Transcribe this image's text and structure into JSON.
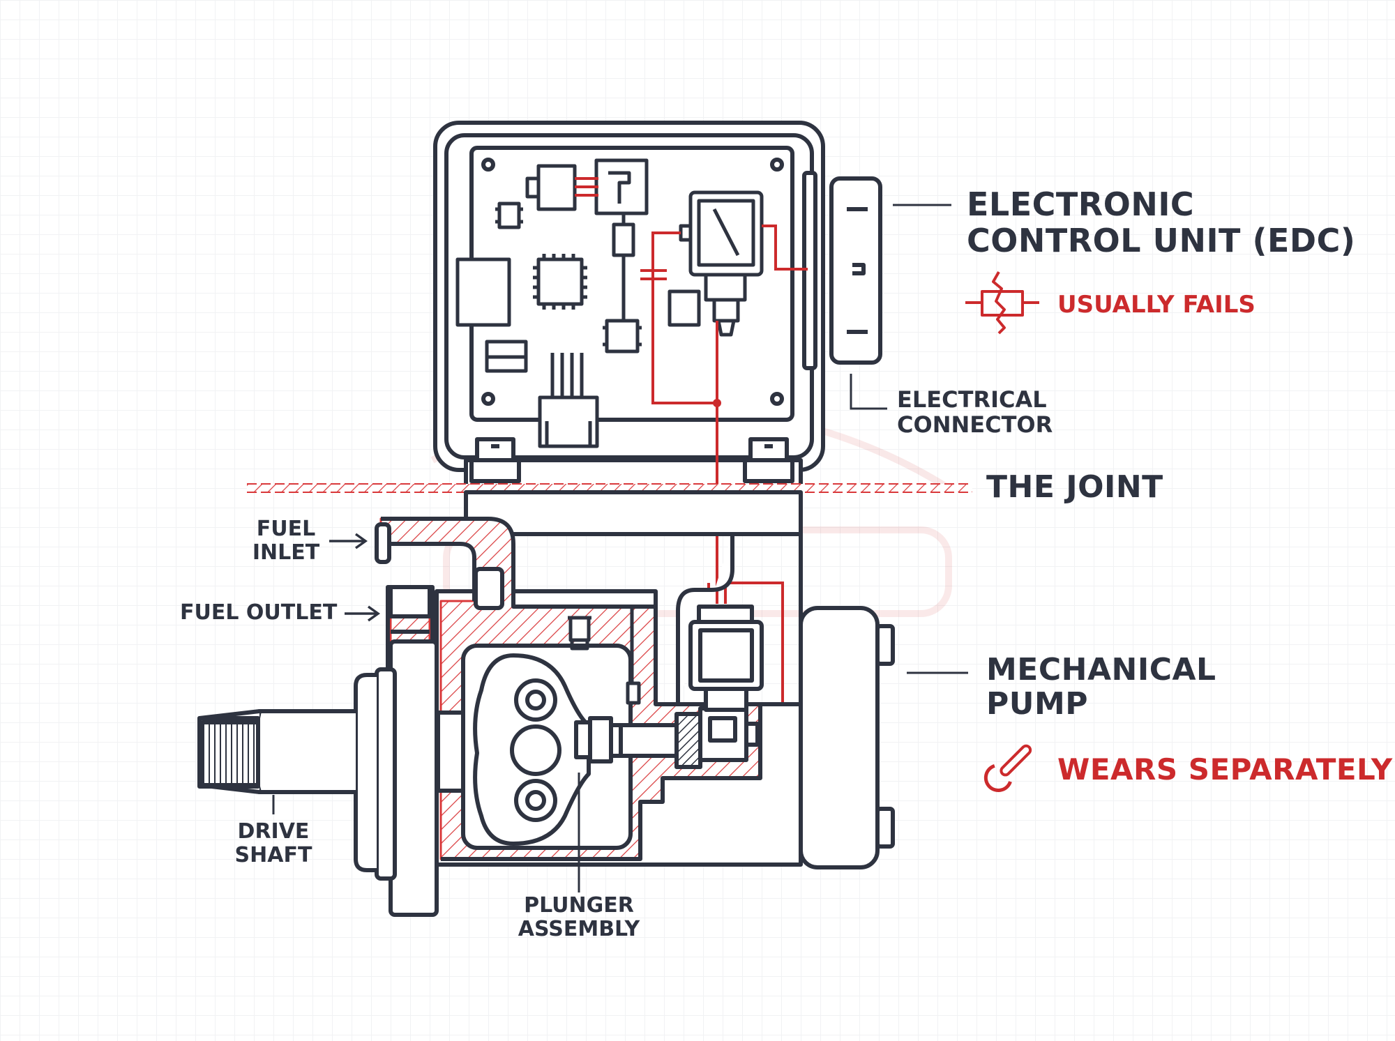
{
  "labels": {
    "ecu": [
      "Electronic",
      "Control Unit (EDC)"
    ],
    "usually_fails": "Usually Fails",
    "electrical_connector": [
      "Electrical",
      "Connector"
    ],
    "the_joint": "The Joint",
    "mechanical_pump": [
      "Mechanical",
      "Pump"
    ],
    "wears_separately": "Wears Separately",
    "fuel_inlet": [
      "Fuel",
      "Inlet"
    ],
    "fuel_outlet": "Fuel Outlet",
    "drive_shaft": [
      "Drive",
      "Shaft"
    ],
    "plunger_assembly": [
      "Plunger",
      "Assembly"
    ]
  },
  "colors": {
    "ink": "#2e3340",
    "accent_red": "#cc2a2c",
    "hatch_red": "#d9383a"
  },
  "icons": {
    "failure": "broken-circuit-icon",
    "wear": "wrench-icon"
  }
}
